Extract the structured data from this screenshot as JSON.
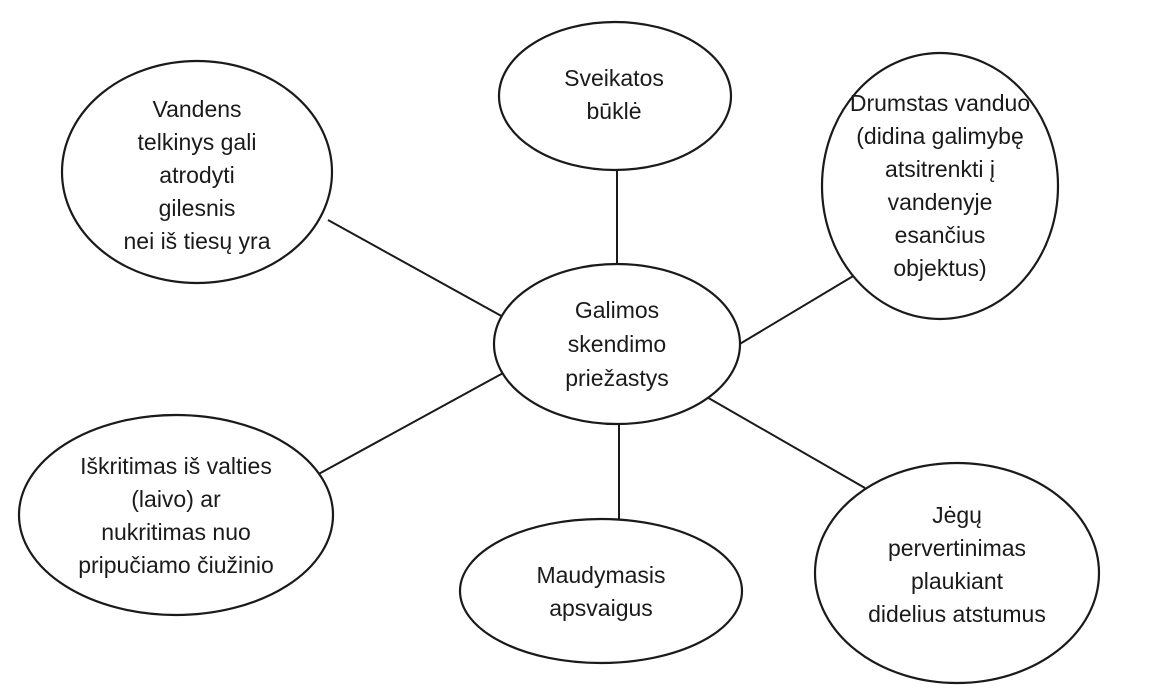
{
  "diagram": {
    "center": {
      "lines": [
        "Galimos",
        "skendimo",
        "priežastys"
      ]
    },
    "nodes": [
      {
        "id": "top",
        "lines": [
          "Sveikatos",
          "būklė"
        ]
      },
      {
        "id": "top-left",
        "lines": [
          "Vandens",
          "telkinys gali",
          "atrodyti",
          "gilesnis",
          "nei iš tiesų yra"
        ]
      },
      {
        "id": "top-right",
        "lines": [
          "Drumstas vanduo",
          "(didina galimybę",
          "atsitrenkti į",
          "vandenyje",
          "esančius",
          "objektus)"
        ]
      },
      {
        "id": "bottom-left",
        "lines": [
          "Iškritimas iš valties",
          "(laivo) ar",
          "nukritimas nuo",
          "pripučiamo čiužinio"
        ]
      },
      {
        "id": "bottom",
        "lines": [
          "Maudymasis",
          "apsvaigus"
        ]
      },
      {
        "id": "bottom-right",
        "lines": [
          "Jėgų",
          "pervertinimas",
          "plaukiant",
          "didelius atstumus"
        ]
      }
    ]
  }
}
